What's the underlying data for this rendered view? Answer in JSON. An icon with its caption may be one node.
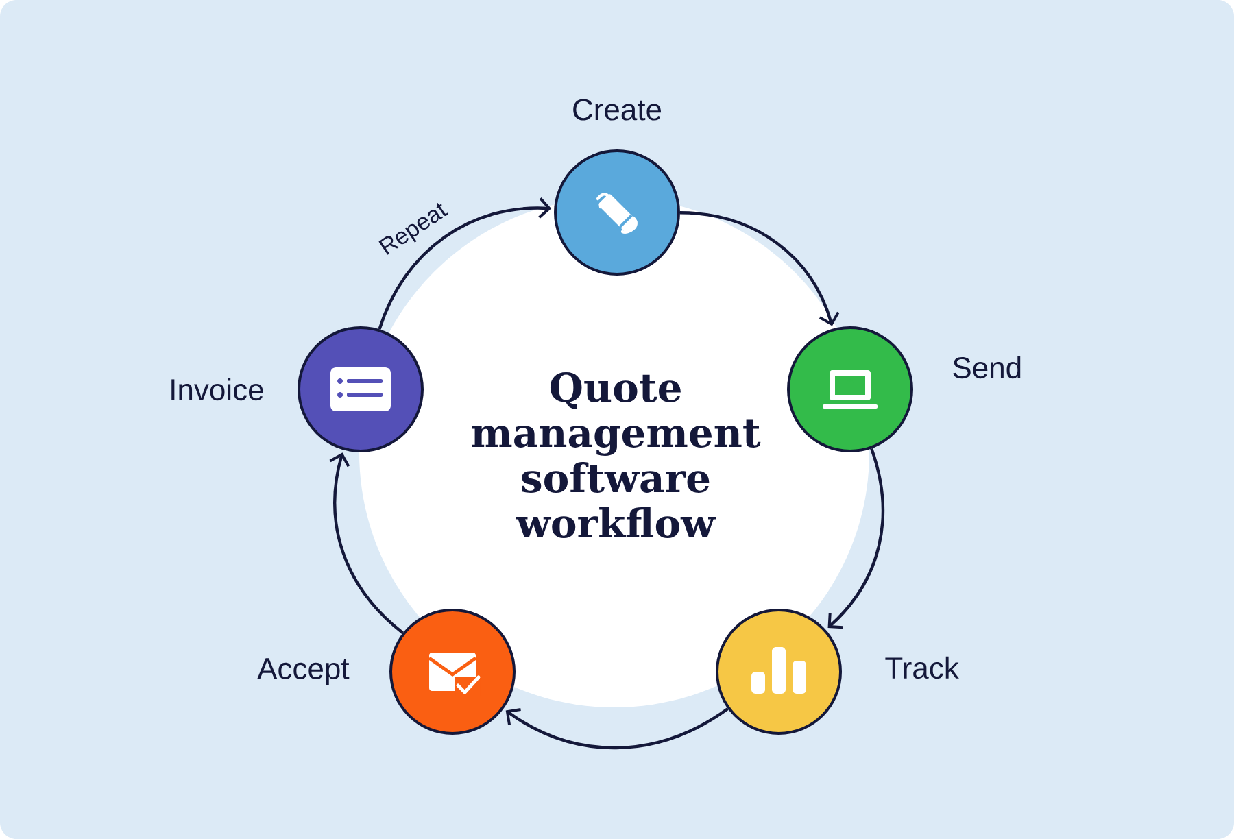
{
  "diagram": {
    "nodes": [
      {
        "text": [
          "Quote management software workflow"
        ]
      },
      {
        "text": [
          "Create"
        ]
      },
      {
        "text": [
          "Send"
        ]
      },
      {
        "text": [
          "Track"
        ]
      },
      {
        "text": [
          "Accept"
        ]
      },
      {
        "text": [
          "Invoice"
        ]
      }
    ],
    "edges": [
      {
        "from": 1,
        "to": 2,
        "arrow": "to"
      },
      {
        "from": 2,
        "to": 3,
        "arrow": "to"
      },
      {
        "from": 3,
        "to": 4,
        "arrow": "to"
      },
      {
        "from": 4,
        "to": 5,
        "arrow": "to"
      },
      {
        "from": 5,
        "to": 1,
        "arrow": "to",
        "label": "Repeat"
      }
    ]
  }
}
